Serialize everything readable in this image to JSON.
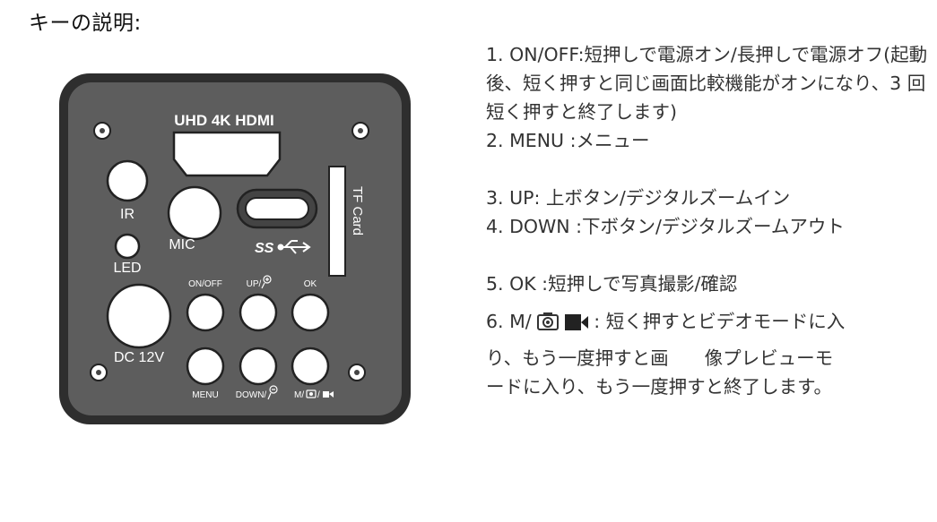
{
  "title": "キーの説明:",
  "panel": {
    "hdmi_label": "UHD 4K HDMI",
    "ir_label": "IR",
    "mic_label": "MIC",
    "led_label": "LED",
    "tf_label": "TF Card",
    "ss_label": "SS",
    "dc_label": "DC 12V",
    "btn_onoff": "ON/OFF",
    "btn_up": "UP/",
    "btn_ok": "OK",
    "btn_menu": "MENU",
    "btn_down": "DOWN/",
    "btn_mode": "M/",
    "colors": {
      "panel": "#5a5a5a",
      "panel_edge": "#2e2e2e",
      "hole": "#ffffff",
      "text": "#ffffff"
    }
  },
  "keys": [
    {
      "text": "1. ON/OFF:短押しで電源オン/長押しで電源オフ(起動後、短く押すと同じ画面比較機能がオンになり、3 回短く押すと終了します)"
    },
    {
      "text": "2. MENU :メニュー"
    },
    {
      "text": "3. UP: 上ボタン/デジタルズームイン"
    },
    {
      "text": "4. DOWN :下ボタン/デジタルズームアウト"
    },
    {
      "text": "5. OK :短押しで写真撮影/確認"
    },
    {
      "prefix": "6. M/",
      "suffix": ": 短く押すとビデオモードに入",
      "line2a": "り、もう一度押すと画",
      "line2b": "像プレビューモ",
      "line3": "ードに入り、もう一度押すと終了します。"
    }
  ]
}
